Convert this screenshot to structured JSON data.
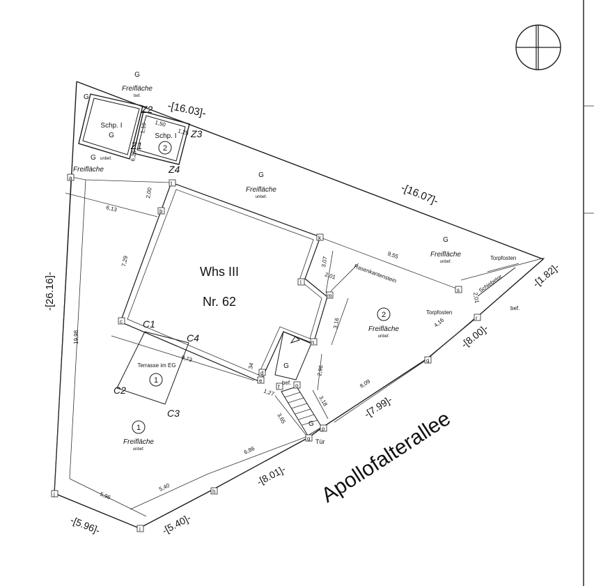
{
  "building": {
    "name": "Whs III",
    "number": "Nr. 62"
  },
  "street": "Apollofalterallee",
  "labels": {
    "g": "G",
    "freiflaeche": "Freifläche",
    "unbef": "unbef.",
    "bef": "bef.",
    "schuppen1": "Schp. I",
    "schuppen_g": "G",
    "schuppen2": "Schp. I",
    "terrasse": "Terrasse im EG",
    "rasenkantenstein": "Rasenkantenstein",
    "torpfosten": "Torpfosten",
    "schiebetor": "Schiebetor",
    "tuer": "Tür",
    "circle1": "1",
    "circle2": "2"
  },
  "boundary_lengths": [
    "-[16.03]-",
    "-[16.07]-",
    "-[1.82]-",
    "-[8.00]-",
    "-[7.99]-",
    "-[8.01]-",
    "-[5.40]-",
    "-[5.96]-",
    "-[26.16]-"
  ],
  "measurements": [
    "2,00",
    "6,13",
    "7,29",
    "9,73",
    "3,07",
    "2,01",
    "9,55",
    "3,16",
    "2,96",
    "3,18",
    "1,27",
    "3,65",
    "6,86",
    "5,40",
    "5,96",
    "19,98",
    "8,09",
    "4,16",
    "2,01",
    "34",
    "1,50",
    "1,10",
    "1,25",
    "6,25"
  ],
  "point_letters": [
    "a",
    "b",
    "c",
    "d",
    "e",
    "f",
    "g",
    "h",
    "i",
    "j",
    "k",
    "l",
    "m",
    "n",
    "o",
    "p",
    "q",
    "r",
    "s",
    "t"
  ],
  "handwritten": [
    "Z1",
    "Z2",
    "Z3",
    "Z4",
    "C1",
    "C2",
    "C3",
    "C4"
  ]
}
